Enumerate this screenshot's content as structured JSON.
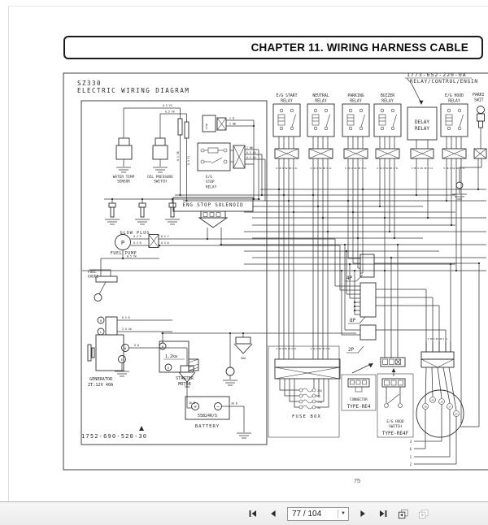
{
  "page": {
    "chapter_title": "CHAPTER 11. WIRING HARNESS CABLE",
    "printed_page_number": "75"
  },
  "diagram": {
    "model": "SZ330",
    "title": "ELECTRIC WIRING DIAGRAM",
    "harness_part_no": "1773-652-220-0A",
    "harness_label": "RELAY/CONTROL/ENGIN",
    "diagram_part_no": "1752-690-520-30",
    "relays": [
      {
        "line1": "E/G START",
        "line2": "RELAY"
      },
      {
        "line1": "NEUTRAL",
        "line2": "RELAY"
      },
      {
        "line1": "PARKING",
        "line2": "RELAY"
      },
      {
        "line1": "BUZZER",
        "line2": "RELAY"
      },
      {
        "line1": "DELAY",
        "line2": "RELAY"
      },
      {
        "line1": "E/G HOOD",
        "line2": "RELAY"
      }
    ],
    "parking_switch": {
      "line1": "PARKI",
      "line2": "SWIT"
    },
    "components": {
      "water_temp_sensor_1": "WATER TEMP",
      "water_temp_sensor_2": "SENSOR",
      "oil_pressure_switch_1": "OIL PRESSURE",
      "oil_pressure_switch_2": "SWITCH",
      "eg_stop_relay_1": "E/G",
      "eg_stop_relay_2": "STOP",
      "eg_stop_relay_3": "RELAY",
      "eng_stop_solenoid": "ENG STOP SOLENOID",
      "glow_plug": "GLOW PLUG",
      "fuel_pump": "FUEL PUMP",
      "fuel_gauge_1": "FUEL",
      "fuel_gauge_2": "GAUGE",
      "generator_1": "GENERATOR",
      "generator_2": "ZT:12V 40A",
      "starter_rating": "1.2kw",
      "starter_1": "STARTER",
      "starter_2": "MOTOR",
      "battery_model": "55B24R/S",
      "battery": "BATTERY",
      "fuse_box": "FUSE BOX",
      "connector_1": "CONNECTOR",
      "connector_2": "TYPE-RE4",
      "hood_switch_1": "E/G HOOD",
      "hood_switch_2": "SWITCH",
      "hood_switch_type": "TYPE-RE4F"
    },
    "plug_connectors": [
      "4P",
      "8P",
      "2P"
    ],
    "fuse_ratings": [
      "25A",
      "5A",
      "15A",
      "5A"
    ],
    "round_connector_pins": [
      "30",
      "54",
      "19",
      "17",
      "AC"
    ],
    "wire_numbers": [
      "3",
      "6",
      "1",
      "2"
    ],
    "terminal_letters": {
      "r": "R",
      "l": "L",
      "b": "B",
      "e": "E",
      "s": "S",
      "p": "P",
      "plus": "+",
      "minus": "−"
    },
    "wire_labels": [
      "0.5 YG",
      "0.5 YB",
      "0.5 YB",
      "0.5 YL",
      "2 B",
      "2 WB",
      "2 WB",
      "0.5 LA",
      "0.5 R",
      "0.5 B",
      "0.5 Y",
      "0.5 W",
      "0.5 YW",
      "8 W",
      "2.0 LW",
      "30 B",
      "30 B",
      "50A",
      "50A",
      "0.5 B",
      "STOP"
    ],
    "micro_label": "0.5B 0.5W 2B 0.5L"
  },
  "toolbar": {
    "page_display": "77 / 104",
    "icons": {
      "first_page": "first-page-icon",
      "previous_page": "previous-page-icon",
      "next_page": "next-page-icon",
      "last_page": "last-page-icon",
      "previous_view": "previous-view-icon",
      "next_view": "next-view-icon",
      "page_dropdown": "dropdown-arrow-icon"
    }
  }
}
